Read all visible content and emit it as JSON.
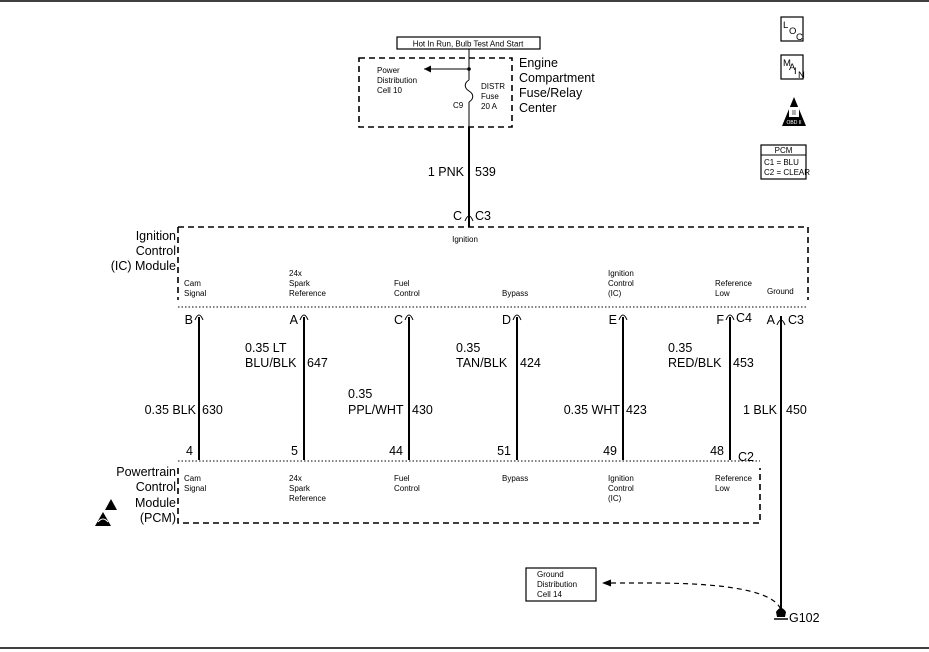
{
  "hot_label": "Hot In Run, Bulb Test And Start",
  "pdc": {
    "line1": "Power",
    "line2": "Distribution",
    "line3": "Cell 10",
    "fuse_line1": "DISTR",
    "fuse_line2": "Fuse",
    "fuse_line3": "20 A",
    "connector": "C9"
  },
  "ecfrc": {
    "line1": "Engine",
    "line2": "Compartment",
    "line3": "Fuse/Relay",
    "line4": "Center"
  },
  "legend": {
    "loc": {
      "a": "L",
      "b": "O",
      "c": "C"
    },
    "main": {
      "a": "M",
      "b": "A",
      "c": "I",
      "d": "N"
    },
    "obd": {
      "roman": "II",
      "label": "OBD II"
    },
    "pcm_title": "PCM",
    "pcm_c1": "C1 = BLU",
    "pcm_c2": "C2 = CLEAR"
  },
  "feed_wire": {
    "gauge_color": "1 PNK",
    "circuit": "539"
  },
  "icm": {
    "line1": "Ignition",
    "line2": "Control",
    "line3": "(IC) Module",
    "ignition_label": "Ignition",
    "c3_pin": "C",
    "c3_connector": "C3",
    "c4_connector": "C4",
    "ground_pin": "A",
    "ground_connector": "C3",
    "terminals": [
      {
        "pin": "B",
        "lines": [
          "Cam",
          "Signal"
        ]
      },
      {
        "pin": "A",
        "lines": [
          "24x",
          "Spark",
          "Reference"
        ]
      },
      {
        "pin": "C",
        "lines": [
          "Fuel",
          "Control"
        ]
      },
      {
        "pin": "D",
        "lines": [
          "Bypass"
        ]
      },
      {
        "pin": "E",
        "lines": [
          "Ignition",
          "Control",
          "(IC)"
        ]
      },
      {
        "pin": "F",
        "lines": [
          "Reference",
          "Low"
        ]
      }
    ],
    "ground_label": "Ground"
  },
  "wires": [
    {
      "gauge_lines": [
        "0.35 BLK"
      ],
      "circuit": "630"
    },
    {
      "gauge_lines": [
        "0.35 LT",
        "BLU/BLK"
      ],
      "circuit": "647"
    },
    {
      "gauge_lines": [
        "0.35",
        "PPL/WHT"
      ],
      "circuit": "430"
    },
    {
      "gauge_lines": [
        "0.35",
        "TAN/BLK"
      ],
      "circuit": "424"
    },
    {
      "gauge_lines": [
        "0.35 WHT"
      ],
      "circuit": "423"
    },
    {
      "gauge_lines": [
        "0.35",
        "RED/BLK"
      ],
      "circuit": "453"
    }
  ],
  "ground_wire": {
    "gauge_color": "1 BLK",
    "circuit": "450"
  },
  "pcm": {
    "line1": "Powertrain",
    "line2": "Control",
    "line3": "Module",
    "line4": "(PCM)",
    "connector": "C2",
    "terminals": [
      {
        "pin": "4",
        "lines": [
          "Cam",
          "Signal"
        ]
      },
      {
        "pin": "5",
        "lines": [
          "24x",
          "Spark",
          "Reference"
        ]
      },
      {
        "pin": "44",
        "lines": [
          "Fuel",
          "Control"
        ]
      },
      {
        "pin": "51",
        "lines": [
          "Bypass"
        ]
      },
      {
        "pin": "49",
        "lines": [
          "Ignition",
          "Control",
          "(IC)"
        ]
      },
      {
        "pin": "48",
        "lines": [
          "Reference",
          "Low"
        ]
      }
    ]
  },
  "ground_dist": {
    "line1": "Ground",
    "line2": "Distribution",
    "line3": "Cell 14"
  },
  "ground_point": "G102"
}
